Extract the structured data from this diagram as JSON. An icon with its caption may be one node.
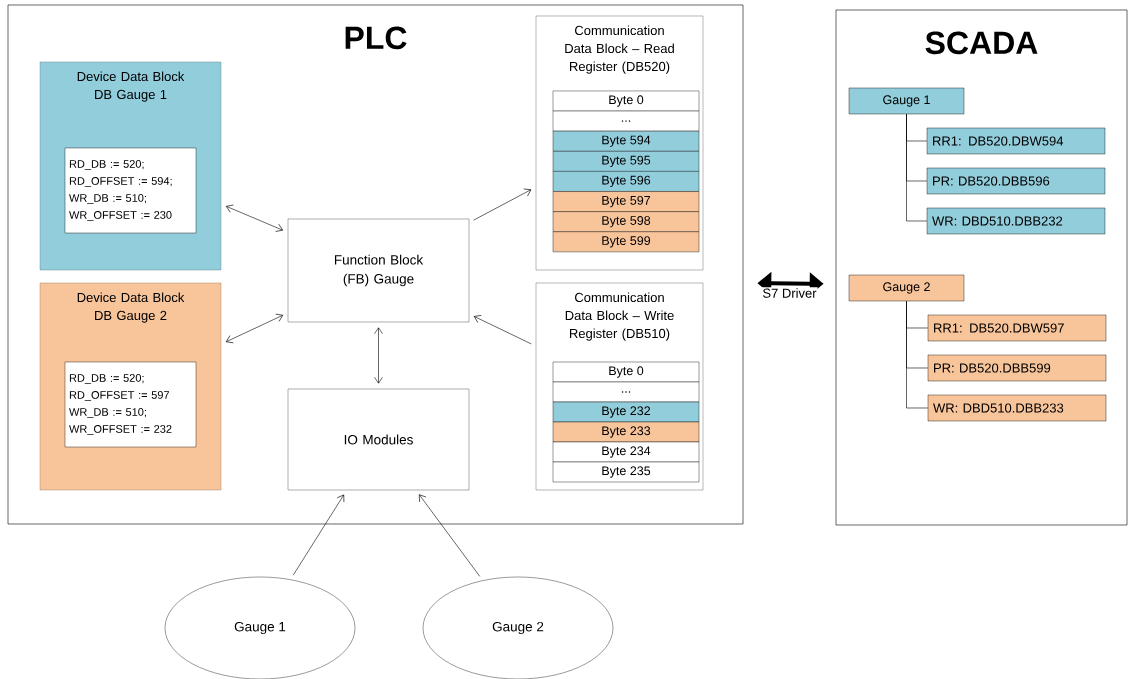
{
  "diagram": {
    "nodes": [
      {
        "text": [
          "PLC"
        ]
      },
      {
        "text": [
          "Device Data Block DB Gauge 1"
        ],
        "in": 0
      },
      {
        "text": [
          "RD_DB := 520;",
          "RD_OFFSET := 594;",
          "WR_DB := 510;",
          "WR_OFFSET := 230"
        ],
        "in": 1
      },
      {
        "text": [
          "Device Data Block DB Gauge 2"
        ],
        "in": 0
      },
      {
        "text": [
          "RD_DB := 520;",
          "RD_OFFSET := 597",
          "WR_DB := 510;",
          "WR_OFFSET := 232"
        ],
        "in": 3
      },
      {
        "text": [
          "Function Block (FB) Gauge"
        ],
        "in": 0
      },
      {
        "text": [
          "IO Modules"
        ],
        "in": 0
      },
      {
        "text": [
          "Communication Data Block – Read Register (DB520)"
        ],
        "in": 0
      },
      {
        "text": [
          "Byte 0"
        ],
        "in": 7
      },
      {
        "text": [
          "..."
        ],
        "in": 7
      },
      {
        "text": [
          "Byte 594"
        ],
        "in": 7
      },
      {
        "text": [
          "Byte 595"
        ],
        "in": 7
      },
      {
        "text": [
          "Byte 596"
        ],
        "in": 7
      },
      {
        "text": [
          "Byte 597"
        ],
        "in": 7
      },
      {
        "text": [
          "Byte 598"
        ],
        "in": 7
      },
      {
        "text": [
          "Byte 599"
        ],
        "in": 7
      },
      {
        "text": [
          "Communication Data Block – Write Register (DB510)"
        ],
        "in": 0
      },
      {
        "text": [
          "Byte 0"
        ],
        "in": 16
      },
      {
        "text": [
          "..."
        ],
        "in": 16
      },
      {
        "text": [
          "Byte 232"
        ],
        "in": 16
      },
      {
        "text": [
          "Byte 233"
        ],
        "in": 16
      },
      {
        "text": [
          "Byte 234"
        ],
        "in": 16
      },
      {
        "text": [
          "Byte 235"
        ],
        "in": 16
      },
      {
        "text": [
          "SCADA"
        ]
      },
      {
        "text": [
          "Gauge 1"
        ],
        "in": 23
      },
      {
        "text": [
          "RR1: DB520.DBW594"
        ],
        "in": 23
      },
      {
        "text": [
          "PR: DB520.DBB596"
        ],
        "in": 23
      },
      {
        "text": [
          "WR: DBD510.DBB232"
        ],
        "in": 23
      },
      {
        "text": [
          "Gauge 2"
        ],
        "in": 23
      },
      {
        "text": [
          "RR1: DB520.DBW597"
        ],
        "in": 23
      },
      {
        "text": [
          "PR: DB520.DBB599"
        ],
        "in": 23
      },
      {
        "text": [
          "WR: DBD510.DBB233"
        ],
        "in": 23
      },
      {
        "text": [
          "Gauge 1"
        ]
      },
      {
        "text": [
          "Gauge 2"
        ]
      }
    ],
    "edges": [
      {
        "from": 1,
        "to": 5,
        "arrow": "both"
      },
      {
        "from": 3,
        "to": 5,
        "arrow": "both"
      },
      {
        "from": 5,
        "to": 7,
        "arrow": "to"
      },
      {
        "from": 16,
        "to": 5,
        "arrow": "to"
      },
      {
        "from": 5,
        "to": 6,
        "arrow": "both"
      },
      {
        "from": 32,
        "to": 6,
        "arrow": "to"
      },
      {
        "from": 33,
        "to": 6,
        "arrow": "to"
      },
      {
        "from": 0,
        "to": 23,
        "arrow": "both",
        "label": "S7 Driver",
        "style": "thick"
      },
      {
        "from": 24,
        "to": 25,
        "arrow": "none"
      },
      {
        "from": 24,
        "to": 26,
        "arrow": "none"
      },
      {
        "from": 24,
        "to": 27,
        "arrow": "none"
      },
      {
        "from": 28,
        "to": 29,
        "arrow": "none"
      },
      {
        "from": 28,
        "to": 30,
        "arrow": "none"
      },
      {
        "from": 28,
        "to": 31,
        "arrow": "none"
      }
    ]
  }
}
